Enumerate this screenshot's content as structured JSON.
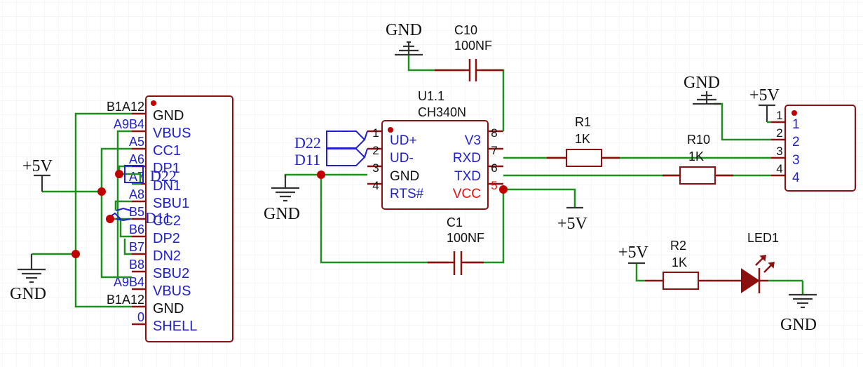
{
  "power": {
    "gnd": "GND",
    "vcc_5v": "+5V"
  },
  "usb": {
    "ref": "B1A12",
    "ref_bottom": "B1A12",
    "pins": [
      {
        "num": "B1A12",
        "name": "GND"
      },
      {
        "num": "A9B4",
        "name": "VBUS"
      },
      {
        "num": "A5",
        "name": "CC1"
      },
      {
        "num": "A6",
        "name": "DP1"
      },
      {
        "num": "A7",
        "name": "DN1"
      },
      {
        "num": "A8",
        "name": "SBU1"
      },
      {
        "num": "B5",
        "name": "CC2"
      },
      {
        "num": "B6",
        "name": "DP2"
      },
      {
        "num": "B7",
        "name": "DN2"
      },
      {
        "num": "B8",
        "name": "SBU2"
      },
      {
        "num": "A9B4",
        "name": "VBUS"
      },
      {
        "num": "B1A12",
        "name": "GND"
      },
      {
        "num": "0",
        "name": "SHELL"
      }
    ],
    "net_labels": [
      "D22",
      "D11"
    ]
  },
  "ic": {
    "ref": "U1.1",
    "value": "CH340N",
    "left_pins": [
      {
        "num": "1",
        "name": "UD+"
      },
      {
        "num": "2",
        "name": "UD-"
      },
      {
        "num": "3",
        "name": "GND"
      },
      {
        "num": "4",
        "name": "RTS#"
      }
    ],
    "right_pins": [
      {
        "num": "8",
        "name": "V3"
      },
      {
        "num": "7",
        "name": "RXD"
      },
      {
        "num": "6",
        "name": "TXD"
      },
      {
        "num": "5",
        "name": "VCC"
      }
    ],
    "net_labels": [
      "D22",
      "D11"
    ]
  },
  "caps": {
    "c10": {
      "ref": "C10",
      "value": "100NF"
    },
    "c1": {
      "ref": "C1",
      "value": "100NF"
    }
  },
  "resistors": {
    "r1": {
      "ref": "R1",
      "value": "1K"
    },
    "r10": {
      "ref": "R10",
      "value": "1K"
    },
    "r2": {
      "ref": "R2",
      "value": "1K"
    }
  },
  "header": {
    "pins": [
      "1",
      "2",
      "3",
      "4"
    ]
  },
  "led": {
    "ref": "LED1"
  }
}
